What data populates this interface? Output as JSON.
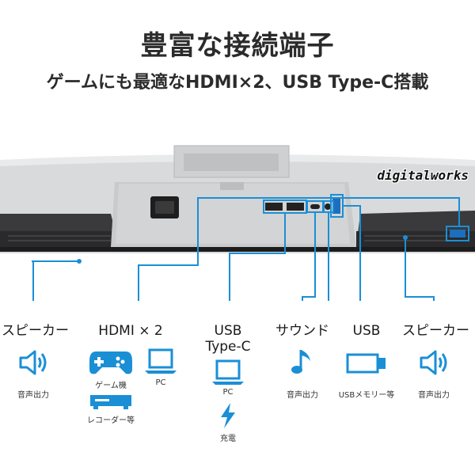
{
  "title": "豊富な接続端子",
  "subtitle": "ゲームにも最適なHDMI×2、USB Type-C搭載",
  "watermark": "digitalworks",
  "accent": "#1a8fd6",
  "ports": [
    {
      "title": "スピーカー",
      "icon": "speaker-icon",
      "label": "音声出力"
    },
    {
      "title": "HDMI × 2",
      "icons": [
        {
          "icon": "gamepad-icon",
          "label": "ゲーム機"
        },
        {
          "icon": "laptop-icon",
          "label": "PC"
        },
        {
          "icon": "recorder-icon",
          "label": "レコーダー等"
        }
      ]
    },
    {
      "title": "USB",
      "title2": "Type-C",
      "icons": [
        {
          "icon": "laptop-icon",
          "label": "PC"
        },
        {
          "icon": "lightning-icon",
          "label": "充電"
        }
      ]
    },
    {
      "title": "サウンド",
      "icon": "music-note-icon",
      "label": "音声出力"
    },
    {
      "title": "USB",
      "icon": "usb-stick-icon",
      "label": "USBメモリー等"
    },
    {
      "title": "スピーカー",
      "icon": "speaker-icon",
      "label": "音声出力"
    }
  ]
}
